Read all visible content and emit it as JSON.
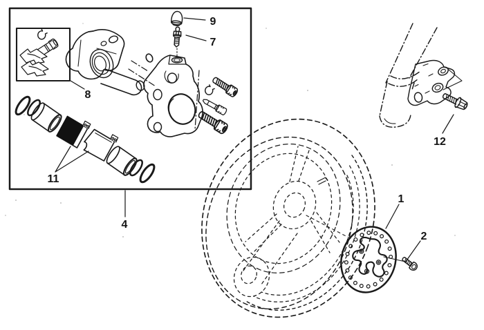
{
  "meta": {
    "type": "exploded-parts-diagram",
    "subject": "front disc brake: caliper assembly, brake disc, wheel and fork mount"
  },
  "colors": {
    "background": "#ffffff",
    "line": "#1a1a1a",
    "pad_fill": "#111111"
  },
  "callouts": {
    "brake_disc": "1",
    "disc_bolt": "2",
    "caliper_assembly": "4",
    "bleed_valve": "7",
    "pad_retainer_kit": "8",
    "bleed_valve_cap": "9",
    "brake_pads": "11",
    "caliper_mount_bolt": "12"
  }
}
